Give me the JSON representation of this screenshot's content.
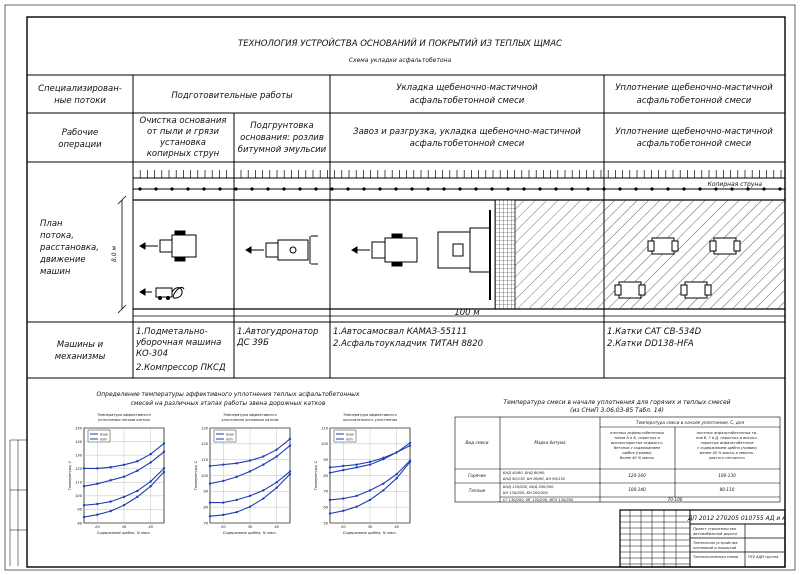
{
  "sheet": {
    "title": "ТЕХНОЛОГИЯ УСТРОЙСТВА ОСНОВАНИЙ И ПОКРЫТИЙ ИЗ ТЕПЛЫХ ЩМАС",
    "subtitle": "Схема укладки асфальтобетона"
  },
  "table": {
    "row_headers": {
      "flows": [
        "Специализирован-",
        "ные потоки"
      ],
      "ops": [
        "Рабочие",
        "операции"
      ],
      "plan": [
        "План",
        "потока,",
        "расстановка,",
        "движение",
        "машин"
      ],
      "machines": [
        "Машины и",
        "механизмы"
      ]
    },
    "flows": {
      "prep": "Подготовительные работы",
      "laying": [
        "Укладка щебеночно-мастичной",
        "асфальтобетонной смеси"
      ],
      "compaction": [
        "Уплотнение щебеночно-мастичной",
        "асфальтобетонной смеси"
      ]
    },
    "ops": {
      "cleaning": [
        "Очистка основания",
        "от пыли и грязи",
        "установка",
        "копирных струн"
      ],
      "priming": [
        "Подгрунтовка",
        "основания: розлив",
        "битумной эмульсии"
      ],
      "laying": [
        "Завоз и разгрузка, укладка щебеночно-мастичной",
        "асфальтобетонной смеси"
      ],
      "compaction": [
        "Уплотнение щебеночно-мастичной",
        "асфальтобетонной смеси"
      ]
    },
    "plan": {
      "string_label": "Копирная струна",
      "width_label": "8,0 м",
      "length_label": "100 м"
    },
    "machines": {
      "cleaning": [
        "1.Подметально-",
        "уборочная машина",
        "КО-304",
        "2.Компрессор ПКСД"
      ],
      "priming": [
        "1.Автогудронатор",
        "ДС 39Б"
      ],
      "laying": [
        "1.Автосамосвал КАМАЗ-55111",
        "2.Асфальтоукладчик ТИТАН 8820"
      ],
      "compaction": [
        "1.Катки CAT CB-534D",
        "2.Катки DD138-HFA"
      ]
    }
  },
  "charts_section": {
    "title": [
      "Определение температуры эффективного уплотнения теплых асфальтобетонных",
      "смесей на различных этапах работы звена дорожных катков"
    ]
  },
  "chart_data": [
    {
      "type": "line",
      "title": [
        "Температура эффективного",
        "уплотнения легким катком"
      ],
      "xlabel": "Содержание щебня, % масс.",
      "ylabel": "Температура, С",
      "xticks": [
        "20",
        "30",
        "40"
      ],
      "yticks": [
        "150",
        "140",
        "130",
        "120",
        "110",
        "100",
        "90",
        "80"
      ],
      "xlim": [
        15,
        45
      ],
      "ylim": [
        75,
        155
      ],
      "legend": [
        "max",
        "min"
      ],
      "series": [
        {
          "name": "max",
          "x": [
            15,
            20,
            25,
            30,
            35,
            40,
            45
          ],
          "y": [
            106,
            108,
            111,
            114,
            119,
            126,
            135
          ]
        },
        {
          "name": "max",
          "x": [
            15,
            20,
            25,
            30,
            35,
            40,
            45
          ],
          "y": [
            121,
            121,
            122,
            124,
            127,
            133,
            142
          ]
        },
        {
          "name": "min",
          "x": [
            15,
            20,
            25,
            30,
            35,
            40,
            45
          ],
          "y": [
            80,
            82,
            85,
            90,
            97,
            106,
            118
          ]
        },
        {
          "name": "min",
          "x": [
            15,
            20,
            25,
            30,
            35,
            40,
            45
          ],
          "y": [
            90,
            91,
            93,
            97,
            102,
            110,
            121
          ]
        }
      ]
    },
    {
      "type": "line",
      "title": [
        "Температура эффективного",
        "уплотнения основным катком"
      ],
      "xlabel": "Содержание щебня, % масс.",
      "ylabel": "Температура, С",
      "xticks": [
        "20",
        "30",
        "40"
      ],
      "yticks": [
        "130",
        "120",
        "110",
        "100",
        "90",
        "80",
        "70"
      ],
      "xlim": [
        15,
        45
      ],
      "ylim": [
        65,
        135
      ],
      "legend": [
        "max",
        "min"
      ],
      "series": [
        {
          "name": "max",
          "x": [
            15,
            20,
            25,
            30,
            35,
            40,
            45
          ],
          "y": [
            94,
            96,
            99,
            103,
            108,
            114,
            122
          ]
        },
        {
          "name": "max",
          "x": [
            15,
            20,
            25,
            30,
            35,
            40,
            45
          ],
          "y": [
            107,
            108,
            109,
            111,
            114,
            119,
            127
          ]
        },
        {
          "name": "min",
          "x": [
            15,
            20,
            25,
            30,
            35,
            40,
            45
          ],
          "y": [
            70,
            71,
            73,
            77,
            83,
            91,
            101
          ]
        },
        {
          "name": "min",
          "x": [
            15,
            20,
            25,
            30,
            35,
            40,
            45
          ],
          "y": [
            80,
            80,
            82,
            85,
            89,
            95,
            103
          ]
        }
      ]
    },
    {
      "type": "line",
      "title": [
        "Температура эффективного",
        "окончательного уплотнения"
      ],
      "xlabel": "Содержание щебня, % масс.",
      "ylabel": "Температура, С",
      "xticks": [
        "20",
        "30",
        "40"
      ],
      "yticks": [
        "110",
        "100",
        "90",
        "80",
        "70",
        "60",
        "50"
      ],
      "xlim": [
        15,
        45
      ],
      "ylim": [
        45,
        115
      ],
      "legend": [
        "max",
        "min"
      ],
      "series": [
        {
          "name": "max",
          "x": [
            15,
            20,
            25,
            30,
            35,
            40,
            45
          ],
          "y": [
            82,
            84,
            86,
            88,
            92,
            97,
            104
          ]
        },
        {
          "name": "max",
          "x": [
            15,
            20,
            25,
            30,
            35,
            40,
            45
          ],
          "y": [
            86,
            87,
            88,
            90,
            93,
            97,
            102
          ]
        },
        {
          "name": "min",
          "x": [
            15,
            20,
            25,
            30,
            35,
            40,
            45
          ],
          "y": [
            52,
            54,
            57,
            62,
            69,
            78,
            90
          ]
        },
        {
          "name": "min",
          "x": [
            15,
            20,
            25,
            30,
            35,
            40,
            45
          ],
          "y": [
            62,
            63,
            65,
            69,
            74,
            81,
            91
          ]
        }
      ]
    }
  ],
  "temp_table": {
    "title": [
      "Температура смеси в начале уплотнения для горячих и теплых смесей",
      "(из СНиП 3.06.03-85 Табл. 14)"
    ],
    "head": {
      "kind": "Вид смеси",
      "bitumen": "Марка битума",
      "temp": "Температура смеси в начале уплотнения, С, для",
      "col_a": [
        "плотных асфальтобетонных",
        "типов А и Б, пористых и",
        "высокопористых асфальто-",
        "бетонов с содержанием",
        "щебня (гравия)",
        "более 40 % массы"
      ],
      "col_b": [
        "плотных асфальтобетонных ти-",
        "пов В, Г и Д, пористых и высоко-",
        "пористых асфальтобетонов",
        "с содержанием щебня (гравия)",
        "менее 40 % массы и малопо-",
        "ристого песчаного"
      ]
    },
    "rows": [
      {
        "kind": "Горячие",
        "bitumen": [
          "БНД 40/60, БНД 60/90,",
          "БНД 90/130, БН 60/90, БН 90/130"
        ],
        "a": "120-160",
        "b": "100-130"
      },
      {
        "kind": "Теплые",
        "bitumen": [
          "БНД 130/200, БНД 200/300,",
          "БН 130/200, БН 200/300"
        ],
        "a": "100-140",
        "b": "80-110"
      },
      {
        "kind": "",
        "bitumen": [
          "СГ 130/200, МГ 130/200, МГО 130/200"
        ],
        "a": "70-100",
        "b": ""
      }
    ]
  },
  "title_block": {
    "code": "ДП 2012 270205 010755 АД и А",
    "lines": [
      "Проект строительства",
      "автомобильной дороги",
      "Технология устройства",
      "оснований и покрытий",
      "Технологическая схема",
      "ПГУ АДИ группа"
    ]
  }
}
